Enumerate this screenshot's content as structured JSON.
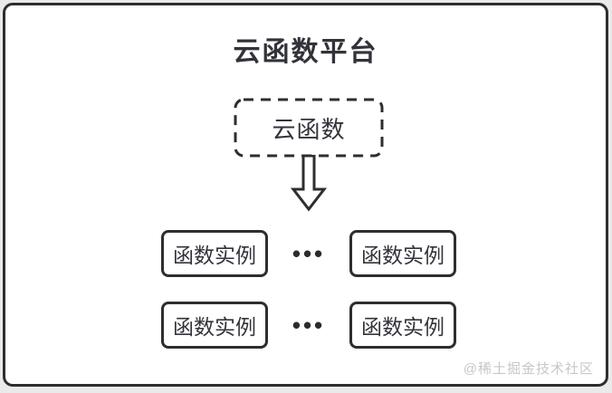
{
  "diagram": {
    "title": "云函数平台",
    "source_node": {
      "label": "云函数"
    },
    "arrow_icon": "hollow-down-arrow",
    "rows": [
      {
        "left": "函数实例",
        "dots": "•••",
        "right": "函数实例"
      },
      {
        "left": "函数实例",
        "dots": "•••",
        "right": "函数实例"
      }
    ],
    "watermark": "@稀土掘金技术社区",
    "colors": {
      "stroke": "#2e2e2e",
      "text": "#33343b",
      "watermark": "#c7c7c7",
      "card_background": "#ffffff",
      "page_background": "#eaeaea"
    }
  }
}
